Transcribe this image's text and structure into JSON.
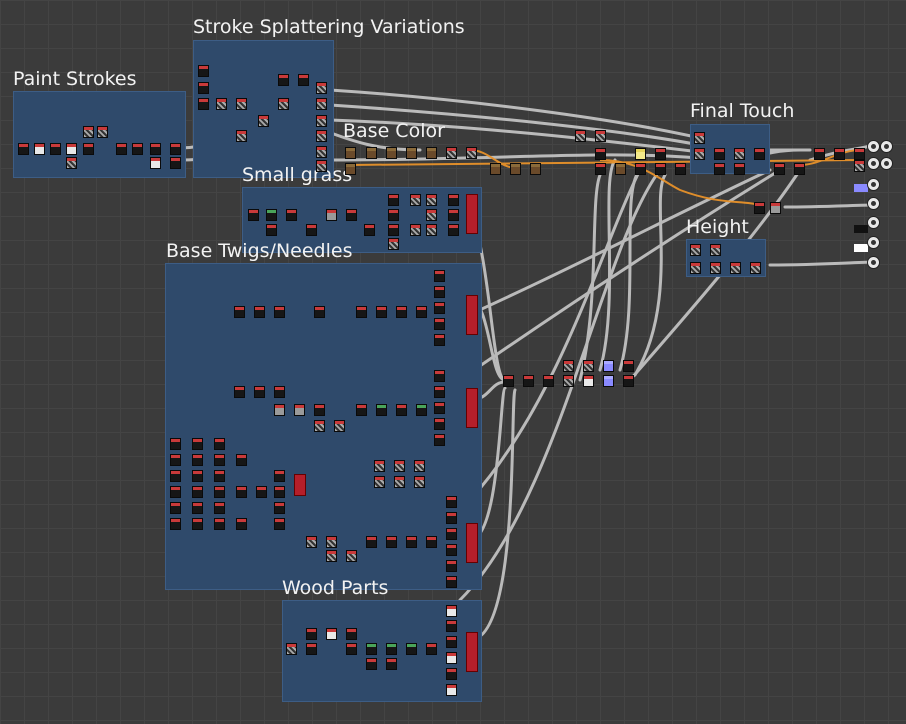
{
  "frames": {
    "paint_strokes": "Paint Strokes",
    "stroke_splattering": "Stroke Splattering Variations",
    "base_color": "Base Color",
    "small_grass": "Small grass",
    "base_twigs": "Base Twigs/Needles",
    "wood_parts": "Wood Parts",
    "final_touch": "Final Touch",
    "height": "Height"
  },
  "colors": {
    "frame_fill": "#2f4a6b",
    "canvas": "#3b3b3b",
    "wire": "#c8c8c8",
    "wire_orange": "#e8922a"
  },
  "icons": {
    "output_node": "output-node-icon"
  }
}
